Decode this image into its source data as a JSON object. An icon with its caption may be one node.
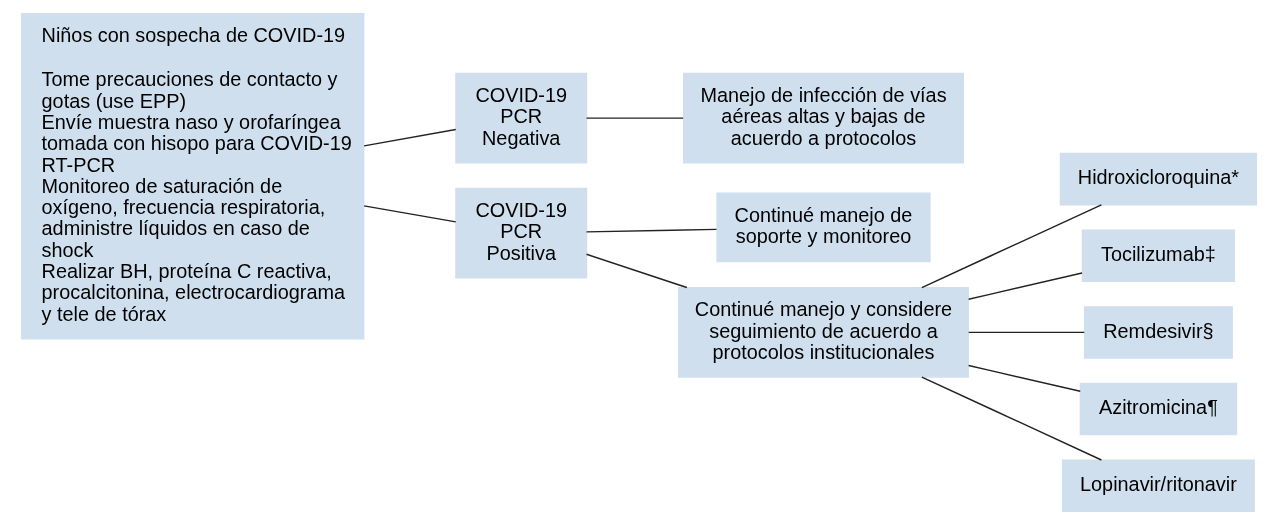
{
  "diagram": {
    "nodes": [
      {
        "text": [
          "Niños con sospecha de COVID-19",
          "Tome precauciones de contacto y gotas (use EPP)",
          "Envíe muestra naso y orofaríngea tomada con hisopo para COVID-19 RT-PCR",
          "Monitoreo de saturación de oxígeno, frecuencia respiratoria, administre líquidos en caso de shock",
          "Realizar BH, proteína C reactiva, procalcitonina, electrocardiograma y tele de tórax"
        ]
      },
      {
        "text": [
          "COVID-19 PCR Negativa"
        ]
      },
      {
        "text": [
          "Manejo de infección de vías aéreas altas y bajas de acuerdo a protocolos"
        ]
      },
      {
        "text": [
          "COVID-19 PCR Positiva"
        ]
      },
      {
        "text": [
          "Continué manejo de soporte y monitoreo"
        ]
      },
      {
        "text": [
          "Continué manejo y considere seguimiento de acuerdo a protocolos institucionales"
        ]
      },
      {
        "text": [
          "Hidroxicloroquina*"
        ]
      },
      {
        "text": [
          "Tocilizumab‡"
        ]
      },
      {
        "text": [
          "Remdesivir§"
        ]
      },
      {
        "text": [
          "Azitromicina¶"
        ]
      },
      {
        "text": [
          "Lopinavir/ritonavir"
        ]
      }
    ],
    "edges": [
      {
        "from": 0,
        "to": 1,
        "arrow": "none"
      },
      {
        "from": 0,
        "to": 3,
        "arrow": "none"
      },
      {
        "from": 1,
        "to": 2,
        "arrow": "none"
      },
      {
        "from": 3,
        "to": 4,
        "arrow": "none"
      },
      {
        "from": 3,
        "to": 5,
        "arrow": "none"
      },
      {
        "from": 5,
        "to": 6,
        "arrow": "none"
      },
      {
        "from": 5,
        "to": 7,
        "arrow": "none"
      },
      {
        "from": 5,
        "to": 8,
        "arrow": "none"
      },
      {
        "from": 5,
        "to": 9,
        "arrow": "none"
      },
      {
        "from": 5,
        "to": 10,
        "arrow": "none"
      }
    ]
  }
}
